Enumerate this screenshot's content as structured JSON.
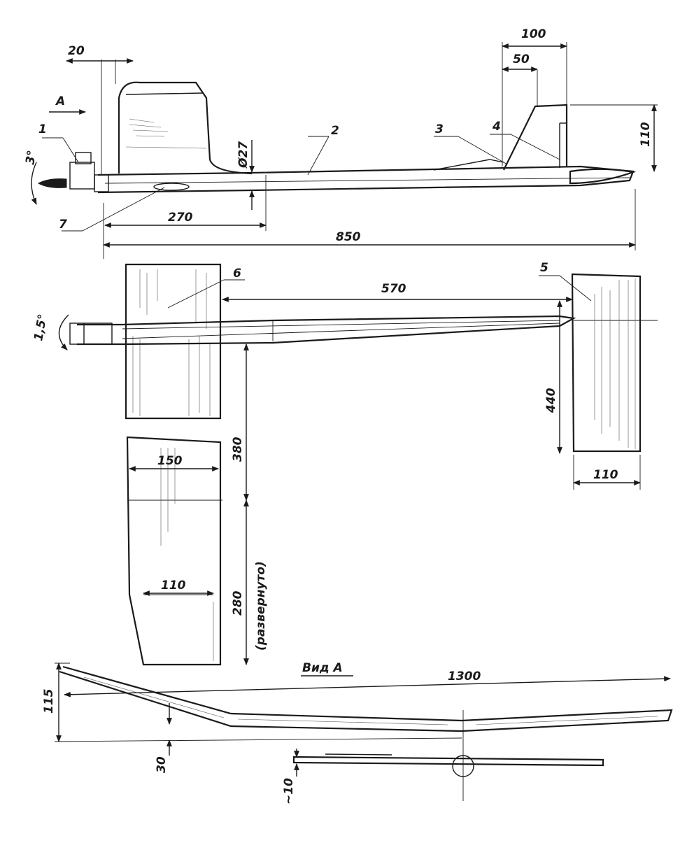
{
  "labels": {
    "view_arrow": "A",
    "view_a": "Вид А",
    "unfolded": "(развернуто)"
  },
  "parts": [
    "1",
    "2",
    "3",
    "4",
    "5",
    "6",
    "7"
  ],
  "dimensions": {
    "d20": "20",
    "d100": "100",
    "d50": "50",
    "d110_fin": "110",
    "d27": "Ø27",
    "d270": "270",
    "d850": "850",
    "d570": "570",
    "d440": "440",
    "d110_stab": "110",
    "d380": "380",
    "d150": "150",
    "d110_tip": "110",
    "d280": "280",
    "d1300": "1300",
    "d115": "115",
    "d30": "30",
    "d10": "~10"
  },
  "angles": {
    "side_angle": "3°",
    "top_angle": "1,5°"
  }
}
